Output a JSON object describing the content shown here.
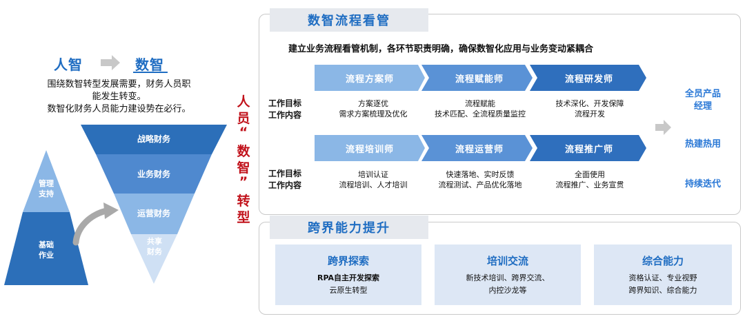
{
  "left": {
    "from_label": "人智",
    "to_label": "数智",
    "intro_lines": [
      "围绕数智转型发展需要，财务人员职",
      "能发生转变。",
      "数智化财务人员能力建设势在必行。"
    ],
    "pyramid": [
      {
        "label_lines": [
          "管理",
          "支持"
        ]
      },
      {
        "label_lines": [
          "基础",
          "作业"
        ]
      }
    ],
    "inverted": [
      {
        "label": "战略财务"
      },
      {
        "label": "业务财务"
      },
      {
        "label": "运营财务"
      },
      {
        "label_lines": [
          "共享",
          "财务"
        ]
      }
    ],
    "colors": {
      "dark": "#2c6fb9",
      "mid": "#4f89cf",
      "light": "#8bb7e6",
      "pale": "#cfe0f4"
    }
  },
  "vertical_text": [
    "人",
    "员",
    "“",
    "数",
    "智",
    "”",
    "转",
    "型"
  ],
  "panel1": {
    "title": "数智流程看管",
    "subtitle": "建立业务流程看管机制，各环节职责明确，确保数智化应用与业务变动紧耦合",
    "row_labels": [
      "工作目标",
      "工作内容"
    ],
    "row1": [
      {
        "role": "流程方案师",
        "goal": "方案逐优",
        "content": "需求方案梳理及优化"
      },
      {
        "role": "流程赋能师",
        "goal": "流程赋能",
        "content": "技术匹配、全流程质量监控"
      },
      {
        "role": "流程研发师",
        "goal": "技术深化、开发保障",
        "content": "流程开发"
      }
    ],
    "row2": [
      {
        "role": "流程培训师",
        "goal": "培训认证",
        "content": "流程培训、人才培训"
      },
      {
        "role": "流程运营师",
        "goal": "快速落地、实时反馈",
        "content": "流程测试、产品优化落地"
      },
      {
        "role": "流程推广师",
        "goal": "全面使用",
        "content": "流程推广、业务宣贯"
      }
    ],
    "outcomes": [
      {
        "lines": [
          "全员产品",
          "经理"
        ]
      },
      {
        "lines": [
          "热建热用"
        ]
      },
      {
        "lines": [
          "持续迭代"
        ]
      }
    ],
    "chevron_colors": [
      "#8bb7e6",
      "#5a92d6",
      "#2f6fbd"
    ]
  },
  "panel2": {
    "title": "跨界能力提升",
    "cards": [
      {
        "title": "跨界探索",
        "lines": [
          "RPA自主开发探索",
          "云原生转型"
        ]
      },
      {
        "title": "培训交流",
        "lines": [
          "新技术培训、跨界交流、",
          "内控沙龙等"
        ]
      },
      {
        "title": "综合能力",
        "lines": [
          "资格认证、专业视野",
          "跨界知识、综合能力"
        ]
      }
    ]
  }
}
